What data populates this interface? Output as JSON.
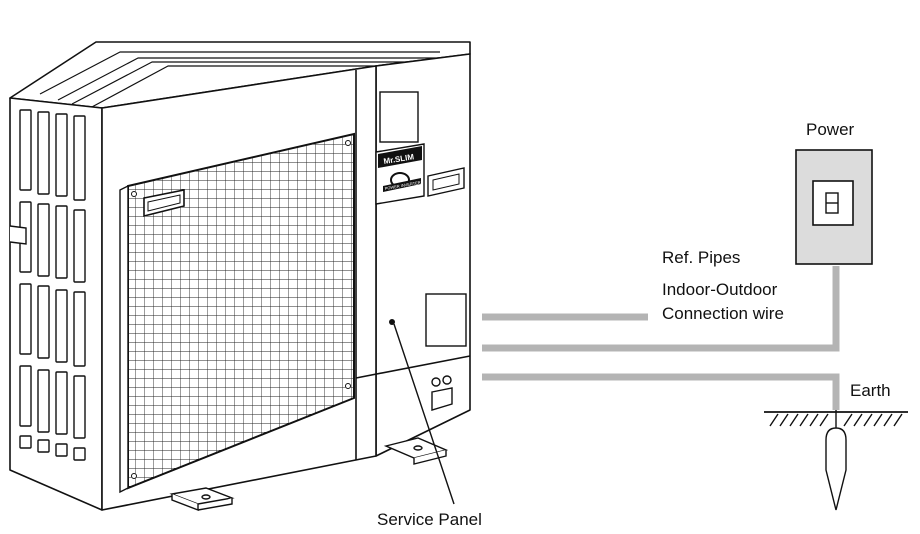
{
  "labels": {
    "power": "Power",
    "ref_pipes": "Ref. Pipes",
    "indoor_outdoor_line1": "Indoor-Outdoor",
    "indoor_outdoor_line2": "Connection wire",
    "earth": "Earth",
    "service_panel": "Service Panel"
  },
  "nameplate": {
    "brand": "Mr.SLIM",
    "badge": "POWER INVERTER"
  },
  "colors": {
    "line": "#111111",
    "pipe": "#b4b4b4",
    "switch_box_fill": "#dcdcdc",
    "background": "#ffffff"
  }
}
